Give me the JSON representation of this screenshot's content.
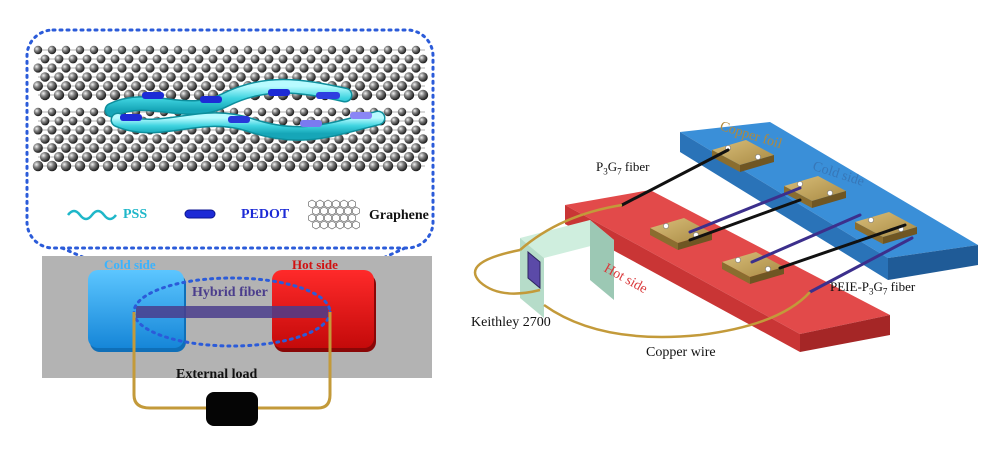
{
  "colors": {
    "pss": "#1fb7c9",
    "pedot": "#1d2bd6",
    "cold": "#3a8fd8",
    "hot": "#e0383c",
    "copper_foil": "#b59a5a",
    "copper_wire": "#c39a3a",
    "zoom_border": "#2b5bd9",
    "substrate": "#b3b3b3"
  },
  "left": {
    "legend": {
      "pss": "PSS",
      "pedot": "PEDOT",
      "graphene": "Graphene"
    },
    "cold_side": "Cold side",
    "hot_side": "Hot side",
    "hybrid_fiber": "Hybrid fiber",
    "external_load": "External load"
  },
  "right": {
    "copper_foil": "Copper foil",
    "cold_side": "Cold side",
    "hot_side": "Hot side",
    "p3g7_fiber": {
      "base": "P",
      "sub1": "3",
      "mid": "G",
      "sub2": "7",
      "tail": " fiber"
    },
    "peie_fiber": {
      "base": "PEIE-P",
      "sub1": "3",
      "mid": "G",
      "sub2": "7",
      "tail": " fiber"
    },
    "keithley": "Keithley 2700",
    "copper_wire": "Copper wire"
  }
}
